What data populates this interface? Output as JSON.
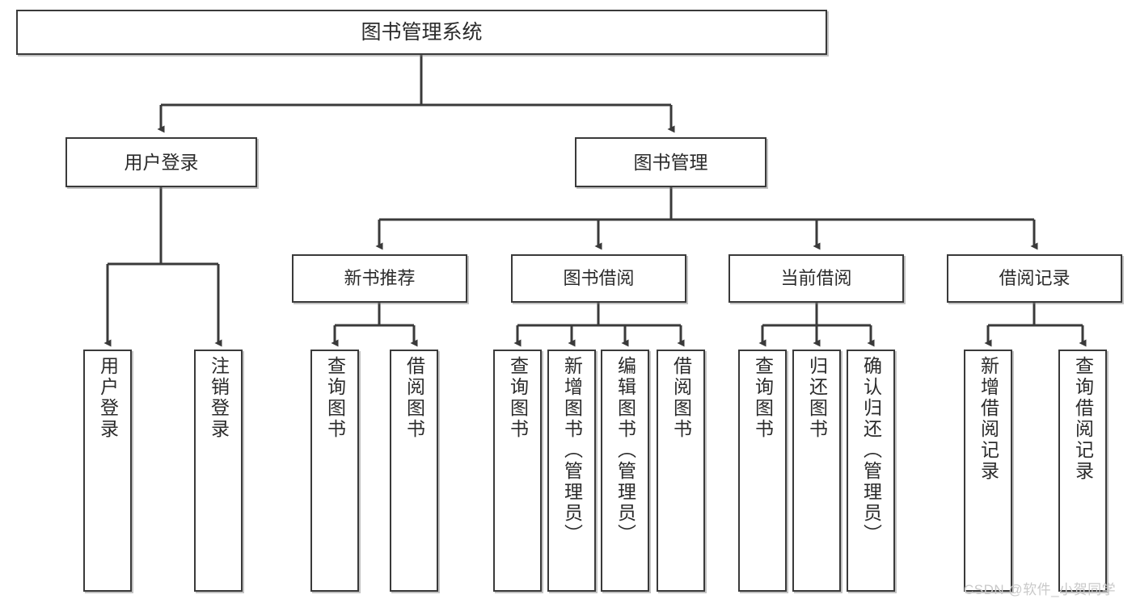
{
  "diagram": {
    "title": "图书管理系统",
    "type": "hierarchy-tree",
    "watermark": "CSDN @软件_小贺同学",
    "colors": {
      "box_border": "#3a3a3a",
      "box_fill": "#ffffff",
      "connector": "#3a3a3a",
      "text": "#2b2b2b",
      "watermark": "#c9c9c9"
    },
    "root": {
      "label": "图书管理系统"
    },
    "level1": [
      {
        "id": "user-login",
        "label": "用户登录"
      },
      {
        "id": "book-management",
        "label": "图书管理"
      }
    ],
    "level2": [
      {
        "id": "new-book-recommend",
        "label": "新书推荐",
        "parent": "book-management"
      },
      {
        "id": "book-borrow",
        "label": "图书借阅",
        "parent": "book-management"
      },
      {
        "id": "current-borrow",
        "label": "当前借阅",
        "parent": "book-management"
      },
      {
        "id": "borrow-record",
        "label": "借阅记录",
        "parent": "book-management"
      }
    ],
    "leaves": [
      {
        "id": "leaf-user-login",
        "label": "用户登录",
        "parent": "user-login"
      },
      {
        "id": "leaf-logout-login",
        "label": "注销登录",
        "parent": "user-login"
      },
      {
        "id": "leaf-query-book-1",
        "label": "查询图书",
        "parent": "new-book-recommend"
      },
      {
        "id": "leaf-borrow-book-1",
        "label": "借阅图书",
        "parent": "new-book-recommend"
      },
      {
        "id": "leaf-query-book-2",
        "label": "查询图书",
        "parent": "book-borrow"
      },
      {
        "id": "leaf-add-book",
        "label": "新增图书（管理员）",
        "parent": "book-borrow"
      },
      {
        "id": "leaf-edit-book",
        "label": "编辑图书（管理员）",
        "parent": "book-borrow"
      },
      {
        "id": "leaf-borrow-book-2",
        "label": "借阅图书",
        "parent": "book-borrow"
      },
      {
        "id": "leaf-query-book-3",
        "label": "查询图书",
        "parent": "current-borrow"
      },
      {
        "id": "leaf-return-book",
        "label": "归还图书",
        "parent": "current-borrow"
      },
      {
        "id": "leaf-confirm-return",
        "label": "确认归还（管理员）",
        "parent": "current-borrow"
      },
      {
        "id": "leaf-add-record",
        "label": "新增借阅记录",
        "parent": "borrow-record"
      },
      {
        "id": "leaf-query-record",
        "label": "查询借阅记录",
        "parent": "borrow-record"
      }
    ]
  }
}
